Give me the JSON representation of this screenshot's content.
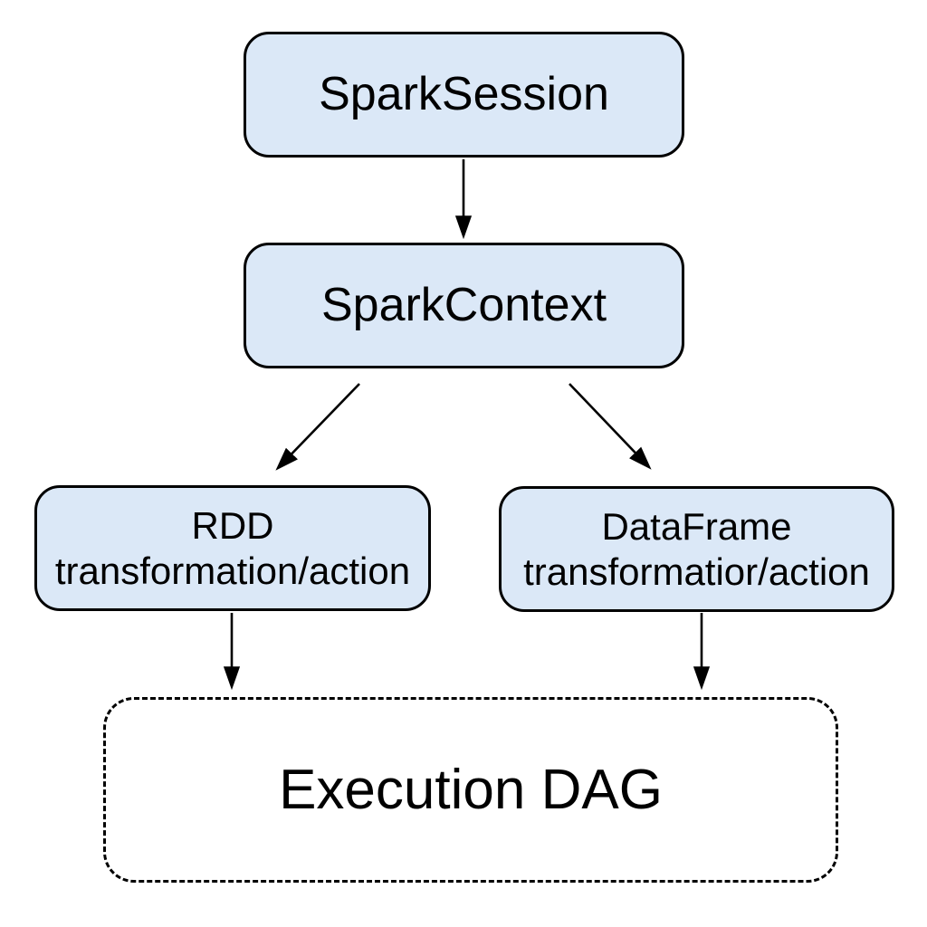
{
  "diagram": {
    "type": "flowchart",
    "nodes": {
      "spark_session": {
        "label": "SparkSession"
      },
      "spark_context": {
        "label": "SparkContext"
      },
      "rdd": {
        "line1": "RDD",
        "line2": "transformation/action"
      },
      "dataframe": {
        "line1": "DataFrame",
        "line2": "transformatior/action"
      },
      "execution_dag": {
        "label": "Execution DAG"
      }
    },
    "edges": [
      {
        "from": "SparkSession",
        "to": "SparkContext"
      },
      {
        "from": "SparkContext",
        "to": "RDD transformation/action"
      },
      {
        "from": "SparkContext",
        "to": "DataFrame transformatior/action"
      },
      {
        "from": "RDD transformation/action",
        "to": "Execution DAG"
      },
      {
        "from": "DataFrame transformatior/action",
        "to": "Execution DAG"
      }
    ],
    "colors": {
      "background": "#ffffff",
      "node_fill": "#dbe8f7",
      "node_border": "#000000",
      "arrow": "#000000",
      "dag_box_fill": "#ffffff"
    }
  }
}
